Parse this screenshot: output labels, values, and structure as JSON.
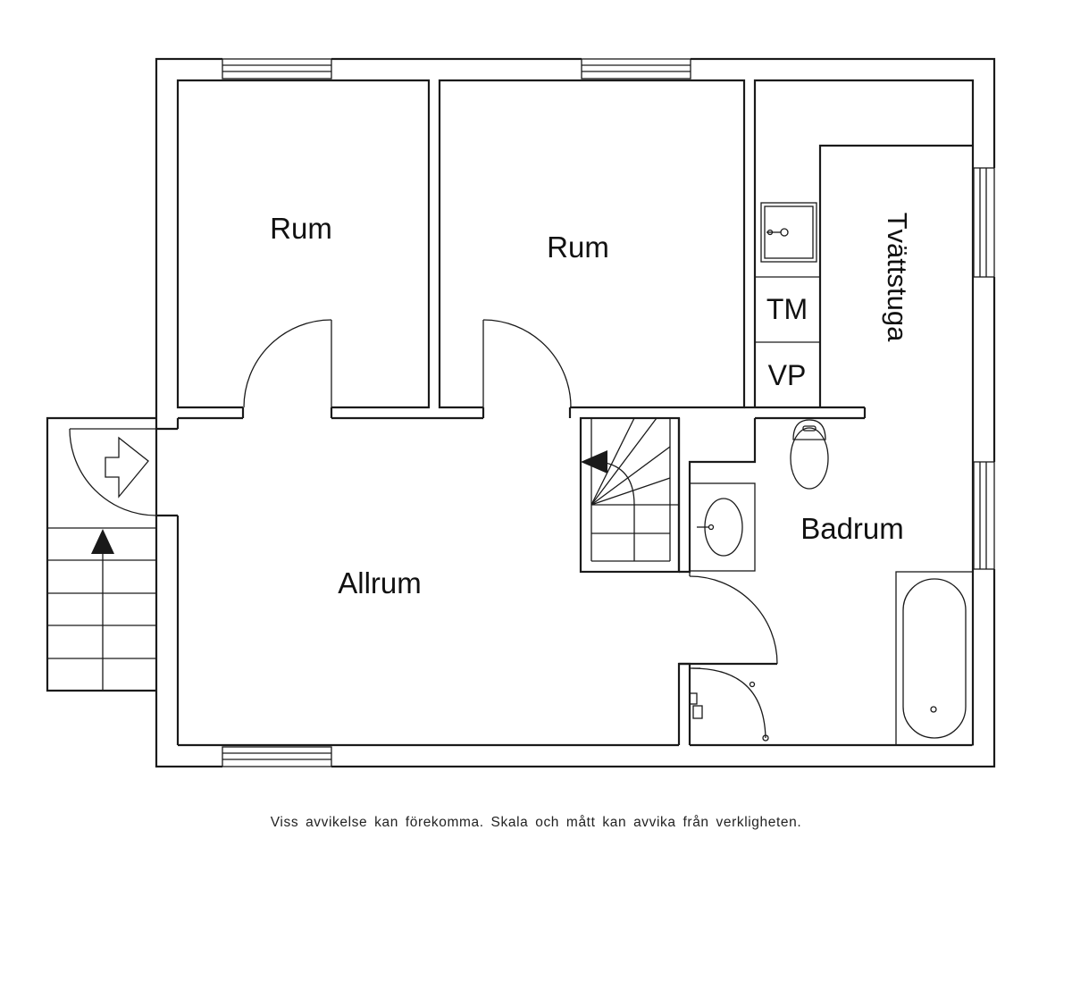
{
  "rooms": {
    "rum_left": "Rum",
    "rum_right": "Rum",
    "tvattstuga": "Tvättstuga",
    "badrum": "Badrum",
    "allrum": "Allrum",
    "tm": "TM",
    "vp": "VP"
  },
  "disclaimer": "Viss avvikelse kan förekomma. Skala och mått kan avvika från verkligheten."
}
